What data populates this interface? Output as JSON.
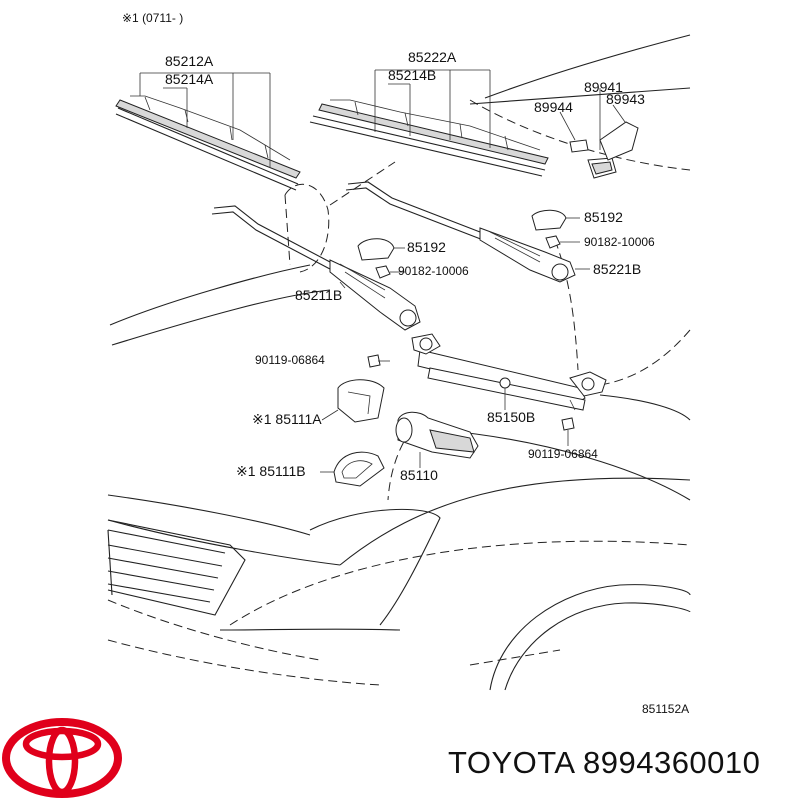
{
  "diagram": {
    "note_header": "※1 (0711-    )",
    "drawing_number": "851152A",
    "labels": {
      "p85212A": "85212A",
      "p85214A": "85214A",
      "p85222A": "85222A",
      "p85214B": "85214B",
      "p89941": "89941",
      "p89944": "89944",
      "p89943": "89943",
      "p85192_right": "85192",
      "p90182_right": "90182-10006",
      "p85221B": "85221B",
      "p85192_left": "85192",
      "p90182_left": "90182-10006",
      "p85211B": "85211B",
      "p90119_left": "90119-06864",
      "p85111A": "※1 85111A",
      "p85150B": "85150B",
      "p85110": "85110",
      "p85111B": "※1 85111B",
      "p90119_right": "90119-06864"
    }
  },
  "brand": {
    "logo": "toyota-logo",
    "logo_color": "#e0001b",
    "caption": "TOYOTA 8994360010"
  }
}
